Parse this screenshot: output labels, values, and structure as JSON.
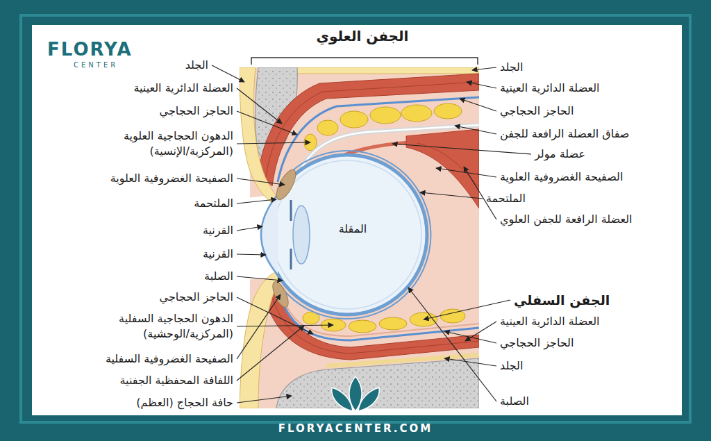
{
  "diagram": {
    "title": "الجفن العلوي",
    "labels": [
      "الجلد",
      "العضلة الدائرية العينية",
      "الحاجز الحجاجي",
      "الدهون الحجاجية العلوية (المركزية/الإنسية)",
      "الصفيحة الغضروفية العلوية",
      "الملتحمة",
      "القرنية",
      "القرنية",
      "الصلبة",
      "الحاجز الحجاجي",
      "الدهون الحجاجية السفلية (المركزية/الوحشية)",
      "الصفيحة الغضروفية السفلية",
      "اللفافة المحفظية الجفنية",
      "حافة الحجاج (العظم)",
      "الجلد",
      "العضلة الدائرية العينية",
      "الحاجز الحجاجي",
      "صفاق العضلة الرافعة للجفن",
      "عضلة مولر",
      "الصفيحة الغضروفية العلوية",
      "الملتحمة",
      "العضلة الرافعة للجفن العلوي",
      "الجفن السفلي",
      "العضلة الدائرية العينية",
      "الحاجز الحجاجي",
      "الجلد",
      "الصلبة",
      "المقلة",
      "FLORYA",
      "CENTER",
      "FLORYACENTER.COM"
    ]
  }
}
